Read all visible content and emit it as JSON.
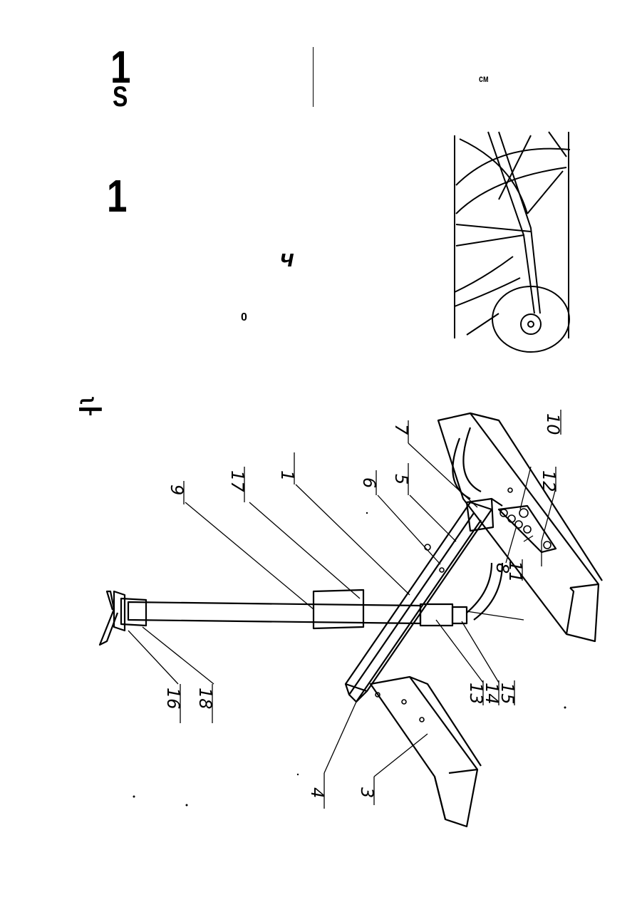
{
  "header": {
    "top_numeral": "1",
    "top_letter": "S",
    "mid_numeral": "1",
    "cyr_char": "ч",
    "small_zero": "0",
    "unit_cm": "см",
    "fragment": "ʅ┠"
  },
  "callouts": [
    "1",
    "3",
    "4",
    "5",
    "6",
    "7",
    "8",
    "9",
    "10",
    "11",
    "12",
    "13",
    "14",
    "15",
    "16",
    "17",
    "18"
  ],
  "colors": {
    "ink": "#000000",
    "paper": "#ffffff"
  }
}
